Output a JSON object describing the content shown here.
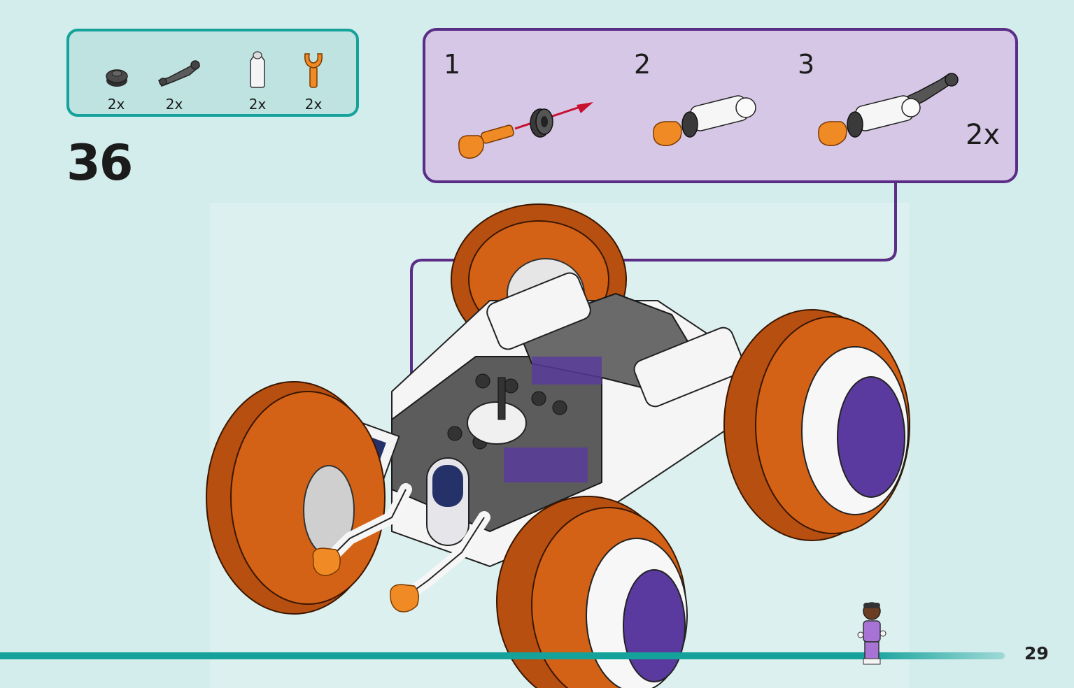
{
  "page": {
    "step_number": "36",
    "page_number": "29"
  },
  "parts_list": [
    {
      "icon": "round-plate-dark-grey-icon",
      "qty": "2x",
      "color": "#3d3d3d"
    },
    {
      "icon": "robot-arm-dark-grey-icon",
      "qty": "2x",
      "color": "#5b5b5b"
    },
    {
      "icon": "bar-holder-white-icon",
      "qty": "2x",
      "color": "#f4f4f4"
    },
    {
      "icon": "claw-orange-icon",
      "qty": "2x",
      "color": "#f08a24"
    }
  ],
  "sub_assembly": {
    "steps": [
      {
        "number": "1",
        "icon": "claw-and-ring-with-arrow-icon"
      },
      {
        "number": "2",
        "icon": "claw-ring-bar-holder-icon"
      },
      {
        "number": "3",
        "icon": "claw-ring-bar-holder-arm-icon"
      }
    ],
    "multiplier": "2x"
  },
  "colors": {
    "background": "#d3ecec",
    "parts_box_border": "#14a29b",
    "sub_box_border": "#5a2d86",
    "sub_box_fill": "#d6c7e6",
    "wheel_orange": "#d46216",
    "hub_purple": "#5a3a9e",
    "progress_teal": "#14a29b"
  }
}
